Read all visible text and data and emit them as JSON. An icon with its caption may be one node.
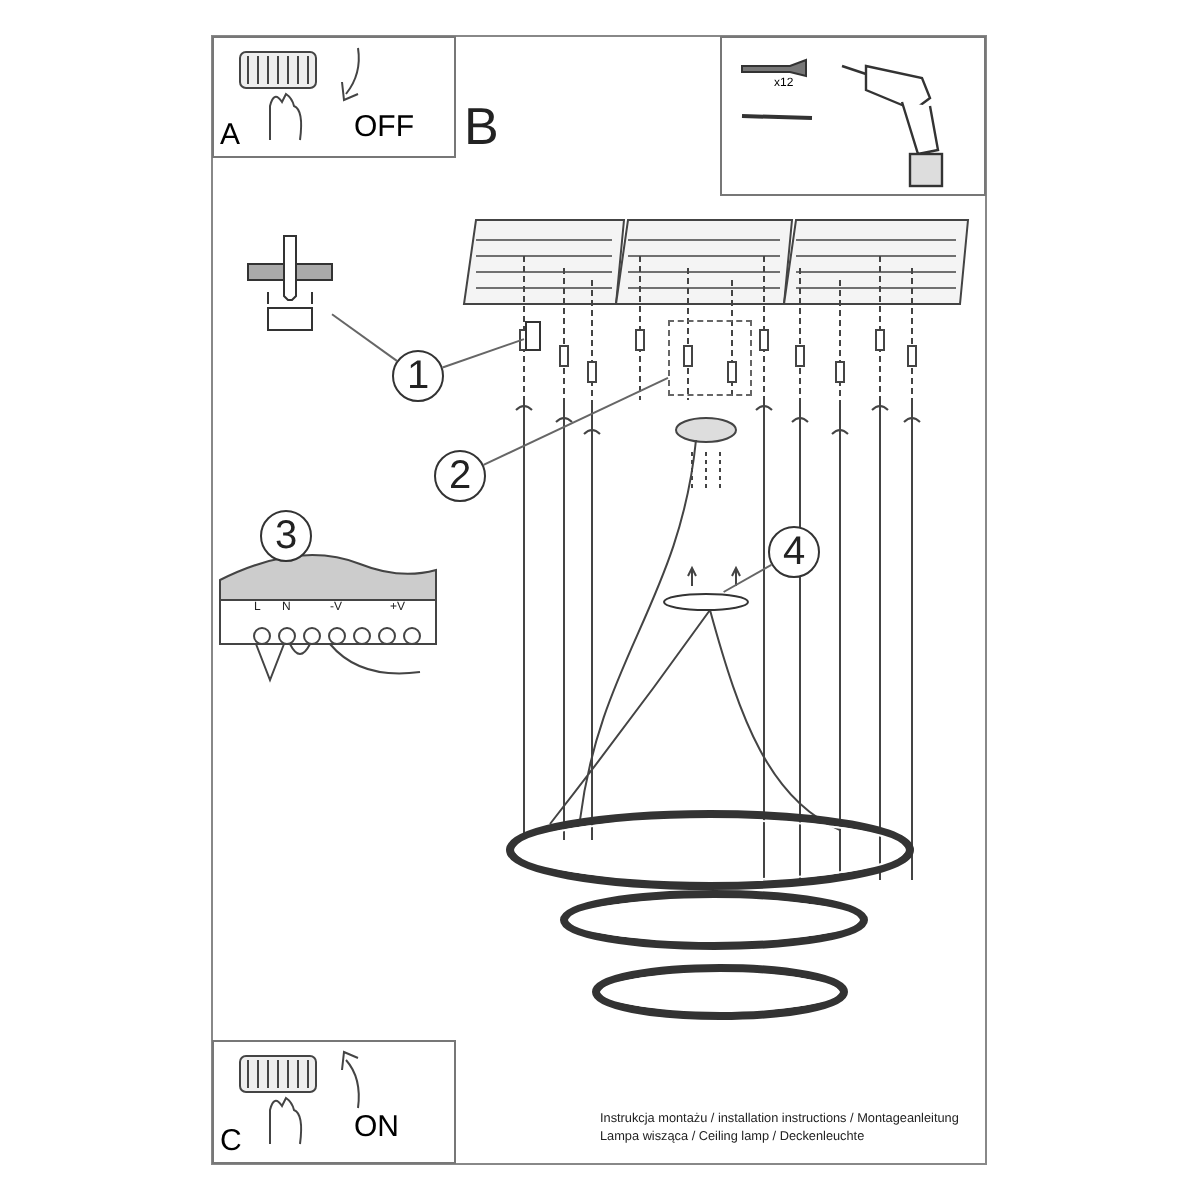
{
  "diagram": {
    "nodes": [
      {
        "text": [
          "A",
          "OFF"
        ]
      },
      {
        "text": [
          "x12"
        ]
      },
      {
        "text": [
          "1"
        ]
      },
      {
        "text": [],
        "shape": "picture"
      },
      {
        "text": [],
        "shape": "box"
      },
      {
        "text": [
          "2"
        ]
      },
      {
        "text": [],
        "shape": "box"
      },
      {
        "text": [
          "3"
        ]
      },
      {
        "text": [
          "4"
        ]
      },
      {
        "text": [],
        "shape": "circle"
      },
      {
        "text": [
          "C",
          "ON"
        ]
      }
    ],
    "edges": [
      {
        "from": 2,
        "to": 3,
        "arrow": "none"
      },
      {
        "from": 2,
        "to": 4,
        "arrow": "none"
      },
      {
        "from": 5,
        "to": 6,
        "arrow": "none"
      },
      {
        "from": 8,
        "to": 9,
        "arrow": "none"
      }
    ],
    "labels": [
      "B",
      "L",
      "N",
      "-V",
      "+V",
      "Instrukcja montażu / installation instructions / Montageanleitung",
      "Lampa wisząca / Ceiling lamp / Deckenleuchte"
    ]
  }
}
